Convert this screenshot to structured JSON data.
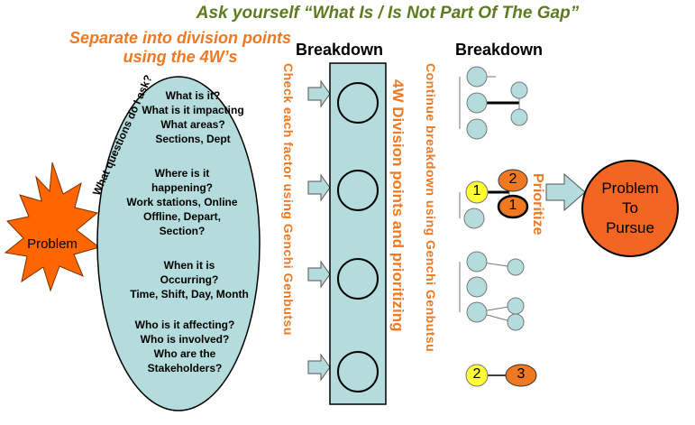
{
  "title": "Ask yourself “What Is / Is Not Part Of The Gap”",
  "subtitle_line1": "Separate into division points",
  "subtitle_line2": "using the 4W’s",
  "headers": {
    "breakdown1": "Breakdown",
    "breakdown2": "Breakdown"
  },
  "questions_label": "What questions do I ask?",
  "problem_label": "Problem",
  "questions": [
    {
      "lines": [
        "What is it?",
        "What is it impacting",
        "What areas?",
        "Sections, Dept"
      ]
    },
    {
      "lines": [
        "Where is it",
        "happening?",
        "Work stations, Online",
        "Offline, Depart,",
        "Section?"
      ]
    },
    {
      "lines": [
        "When it is",
        "Occurring?",
        "Time, Shift, Day, Month"
      ]
    },
    {
      "lines": [
        "Who is it affecting?",
        "Who is involved?",
        "Who are the",
        "Stakeholders?"
      ]
    }
  ],
  "vertical_labels": {
    "check_factor": "Check each factor using Genchi Genbutsu",
    "division_points": "4W Division points and prioritizing",
    "continue_breakdown": "Continue breakdown using Genchi Genbutsu",
    "prioritize": "Prioritize"
  },
  "priority_numbers": {
    "p1": "1",
    "p2": "2",
    "p1b": "1",
    "p2b": "2",
    "p3": "3"
  },
  "result": {
    "line1": "Problem",
    "line2": "To",
    "line3": "Pursue"
  },
  "colors": {
    "orange": "#f07820",
    "title_green": "#5e7a1e",
    "teal_fill": "#b4dcdc",
    "yellow": "#ffff33",
    "burst": "#ff6600",
    "result_fill": "#f26522"
  }
}
